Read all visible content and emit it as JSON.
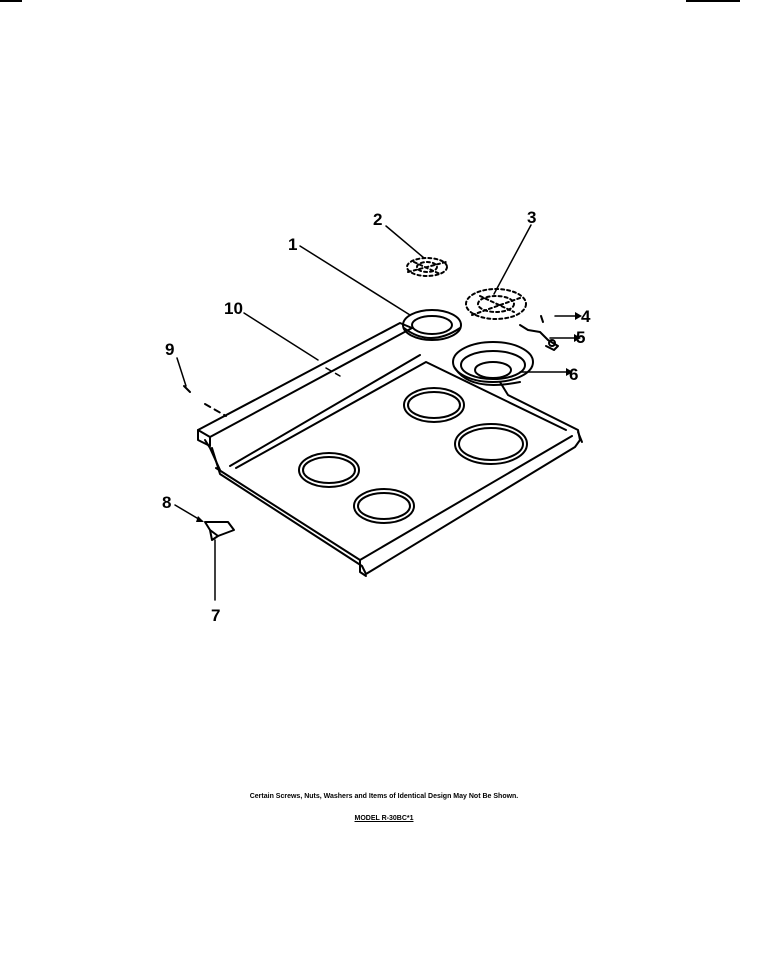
{
  "callouts": {
    "c1": "1",
    "c2": "2",
    "c3": "3",
    "c4": "4",
    "c5": "5",
    "c6": "6",
    "c7": "7",
    "c8": "8",
    "c9": "9",
    "c10": "10"
  },
  "footer": {
    "note": "Certain Screws, Nuts, Washers and Items of Identical Design May Not Be Shown.",
    "model": "MODEL R-30BC*1"
  }
}
